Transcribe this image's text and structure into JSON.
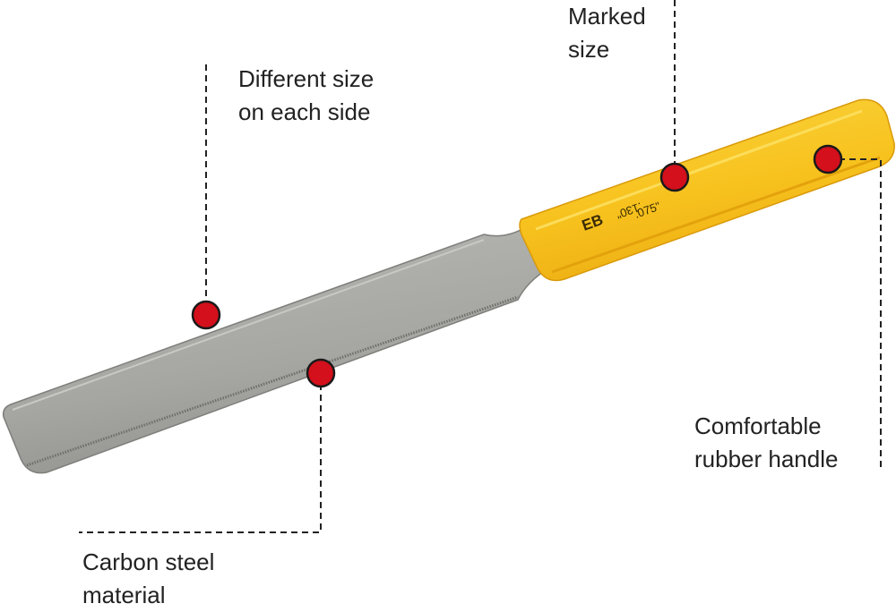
{
  "callouts": {
    "marked_size": {
      "line1": "Marked",
      "line2": "size"
    },
    "different_size": {
      "line1": "Different size",
      "line2": "on each side"
    },
    "carbon_steel": {
      "line1": "Carbon steel",
      "line2": "material"
    },
    "rubber_handle": {
      "line1": "Comfortable",
      "line2": "rubber handle"
    }
  },
  "handle_markings": {
    "brand": "EB",
    "size_front": ".075\"",
    "size_back": ".130\""
  },
  "colors": {
    "handle": "#F7C21E",
    "handle_shadow": "#E9A810",
    "blade": "#A9A9A5",
    "blade_dark": "#8C8C88",
    "marker": "#D3101B",
    "marker_ring": "#1A1A1A",
    "leader_line": "#222222"
  }
}
